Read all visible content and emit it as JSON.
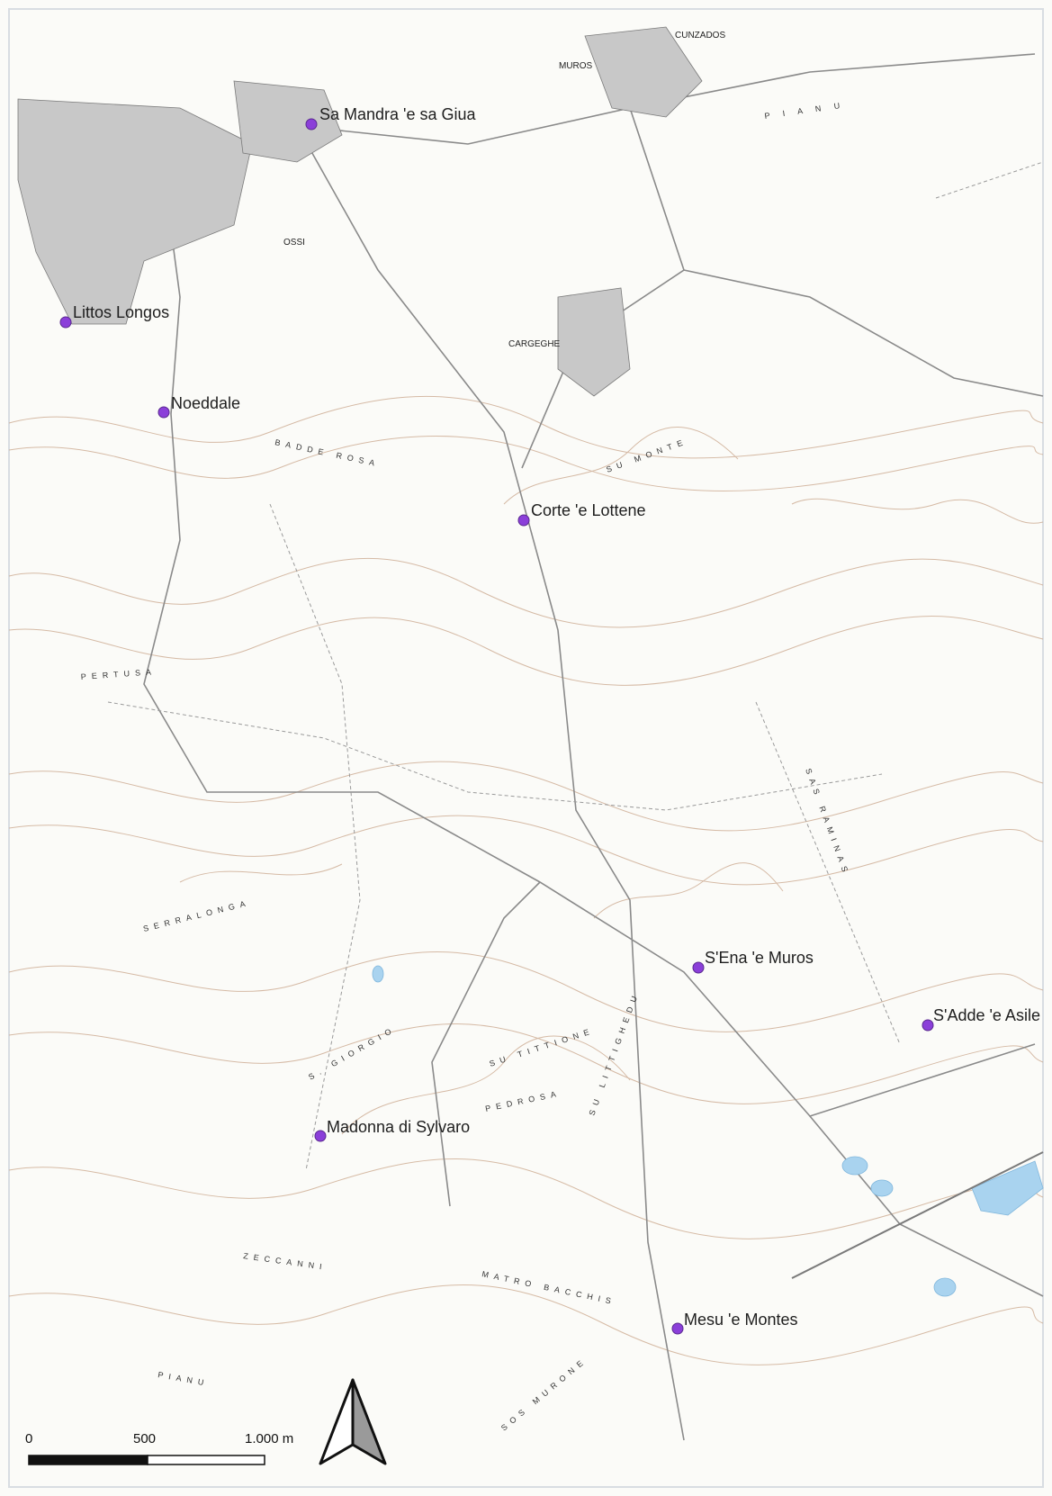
{
  "map": {
    "sites": [
      {
        "id": "sa-mandra",
        "label": "Sa Mandra 'e sa Giua"
      },
      {
        "id": "littos-longos",
        "label": "Littos Longos"
      },
      {
        "id": "noeddale",
        "label": "Noeddale"
      },
      {
        "id": "corte-lottene",
        "label": "Corte 'e Lottene"
      },
      {
        "id": "sena-muros",
        "label": "S'Ena 'e Muros"
      },
      {
        "id": "sadde-asile",
        "label": "S'Adde 'e Asile"
      },
      {
        "id": "madonna-sylvaro",
        "label": "Madonna di Sylvaro"
      },
      {
        "id": "mesu-montes",
        "label": "Mesu 'e Montes"
      }
    ],
    "towns": {
      "muros": "MUROS",
      "cunzados": "CUNZADOS",
      "ossi": "OSSI",
      "cargeghe": "CARGEGHE"
    },
    "toponyms": {
      "badde_rosa": "BADDE ROSA",
      "pertusa": "PERTUSA",
      "serralonga": "SERRALONGA",
      "san_giorgio": "S. GIORGIO",
      "su_tittione": "SU TITTIONE",
      "pedrosa": "PEDROSA",
      "matro_bacchis": "MATRO BACCHIS",
      "zeccanni": "ZECCANNI",
      "pianu": "PIANU",
      "sas_raminas": "SAS RAMINAS",
      "su_monte": "SU MONTE",
      "pianu_top": "P I A N U",
      "sos_murone": "SOS MURONE",
      "su_littighedu": "SU LITTIGHEDU"
    },
    "colors": {
      "site_marker": "#8b3fd9",
      "contour": "#c9a58a",
      "road": "#8a8a8a",
      "water": "#a9d3ef",
      "urban": "#7a7a7a"
    },
    "north_arrow_icon": "north-arrow-icon",
    "scale_bar": {
      "labels": [
        "0",
        "500",
        "1.000 m"
      ]
    }
  }
}
